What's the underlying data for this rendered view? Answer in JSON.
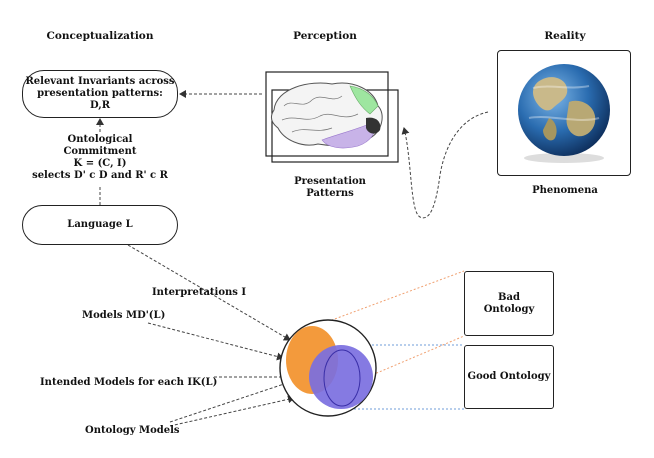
{
  "headings": {
    "conceptualization": "Conceptualization",
    "perception": "Perception",
    "reality": "Reality"
  },
  "invariants_pill": {
    "line1": "Relevant Invariants across",
    "line2": "presentation patterns:",
    "line3": "D,R"
  },
  "commitment": {
    "line1": "Ontological",
    "line2": "Commitment",
    "line3": "K = (C, I)",
    "line4": "selects D' c D and R' c R"
  },
  "language_pill": "Language L",
  "presentation_patterns": {
    "line1": "Presentation",
    "line2": "Patterns"
  },
  "phenomena": "Phenomena",
  "interpretations": "Interpretations I",
  "models_md": "Models MD'(L)",
  "intended_models": "Intended Models  for each IK(L)",
  "ontology_models": "Ontology Models",
  "bad_ontology": {
    "line1": "Bad",
    "line2": "Ontology"
  },
  "good_ontology": "Good Ontology",
  "colors": {
    "orange": "#f39a3c",
    "purple": "#7b6fe0",
    "brain_green": "#9ee6a0",
    "brain_lilac": "#c8b3e8",
    "orange_dotted": "#f0a070",
    "blue_dotted": "#6f9ed8"
  }
}
